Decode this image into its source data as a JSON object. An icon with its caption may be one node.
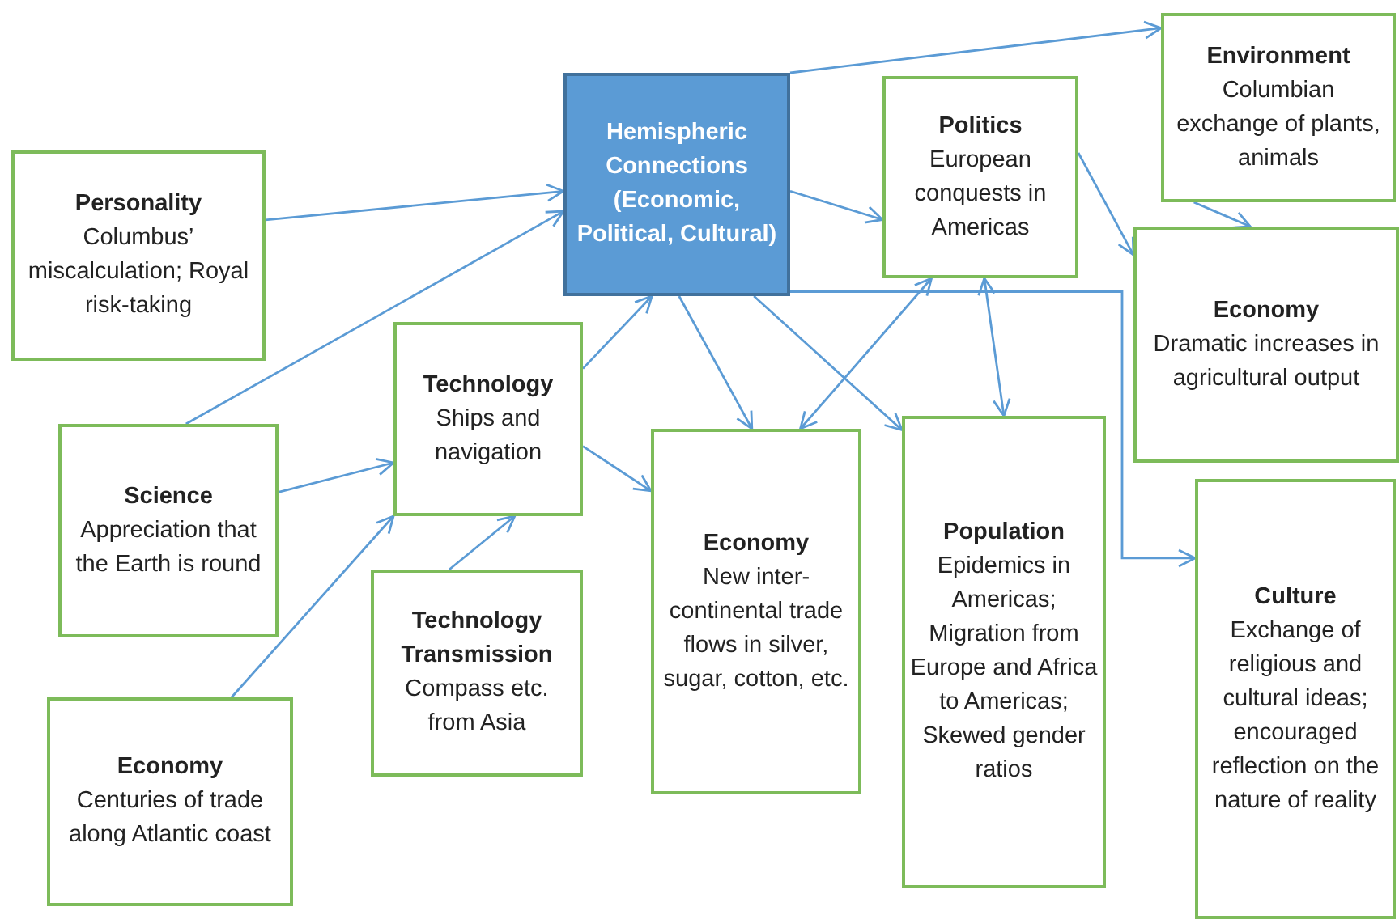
{
  "diagram": {
    "nodes": [
      {
        "text": [
          "Hemispheric Connections (Economic, Political, Cultural)"
        ]
      },
      {
        "text": [
          "Politics",
          "European conquests in Americas"
        ]
      },
      {
        "text": [
          "Environment",
          "Columbian exchange of plants, animals"
        ]
      },
      {
        "text": [
          "Personality",
          "Columbus’ miscalculation; Royal risk-taking"
        ]
      },
      {
        "text": [
          "Economy",
          "Dramatic increases in agricultural output"
        ]
      },
      {
        "text": [
          "Technology",
          "Ships and navigation"
        ]
      },
      {
        "text": [
          "Science",
          "Appreciation that the Earth is round"
        ]
      },
      {
        "text": [
          "Economy",
          "New inter-continental trade flows in silver, sugar, cotton, etc."
        ]
      },
      {
        "text": [
          "Population",
          "Epidemics in Americas; Migration from Europe and Africa to Americas; Skewed gender ratios"
        ]
      },
      {
        "text": [
          "Culture",
          "Exchange of religious and cultural ideas; encouraged reflection on the nature of reality"
        ]
      },
      {
        "text": [
          "Technology Transmission",
          "Compass etc. from Asia"
        ]
      },
      {
        "text": [
          "Economy",
          "Centuries of trade along Atlantic coast"
        ]
      }
    ],
    "edges": [
      {
        "from": 3,
        "to": 0,
        "arrow": "to"
      },
      {
        "from": 6,
        "to": 0,
        "arrow": "to"
      },
      {
        "from": 6,
        "to": 5,
        "arrow": "to"
      },
      {
        "from": 11,
        "to": 5,
        "arrow": "to"
      },
      {
        "from": 10,
        "to": 5,
        "arrow": "to"
      },
      {
        "from": 5,
        "to": 0,
        "arrow": "to"
      },
      {
        "from": 5,
        "to": 7,
        "arrow": "to"
      },
      {
        "from": 0,
        "to": 7,
        "arrow": "to"
      },
      {
        "from": 0,
        "to": 8,
        "arrow": "to"
      },
      {
        "from": 0,
        "to": 1,
        "arrow": "to"
      },
      {
        "from": 0,
        "to": 2,
        "arrow": "to"
      },
      {
        "from": 0,
        "to": 9,
        "arrow": "to"
      },
      {
        "from": 1,
        "to": 7,
        "arrow": "both"
      },
      {
        "from": 1,
        "to": 8,
        "arrow": "both"
      },
      {
        "from": 1,
        "to": 4,
        "arrow": "to"
      },
      {
        "from": 2,
        "to": 4,
        "arrow": "to"
      }
    ]
  }
}
